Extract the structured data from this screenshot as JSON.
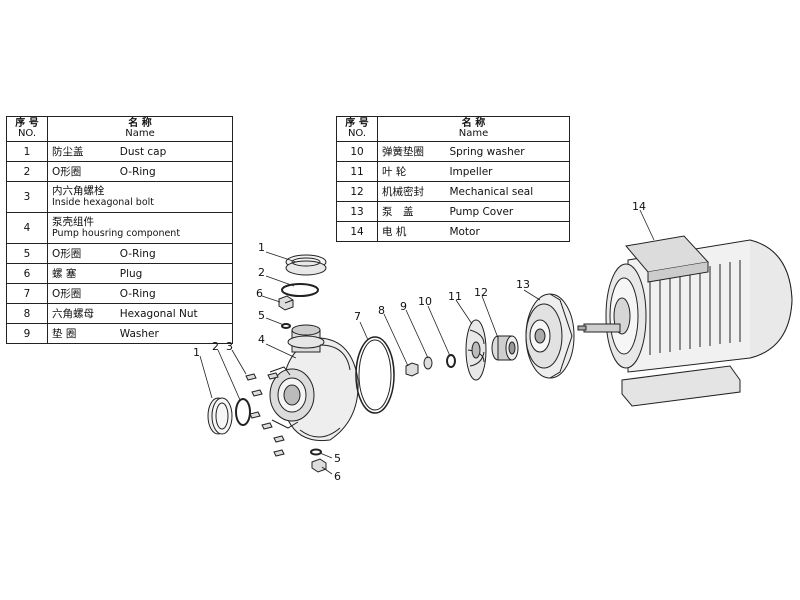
{
  "header": {
    "no_cn": "序 号",
    "no_en": "NO.",
    "name_cn": "名 称",
    "name_en": "Name"
  },
  "parts_left": [
    {
      "no": "1",
      "cn": "防尘盖",
      "en": "Dust cap"
    },
    {
      "no": "2",
      "cn": "O形圈",
      "en": "O-Ring"
    },
    {
      "no": "3",
      "cn": "内六角螺栓",
      "en": "Inside hexagonal bolt"
    },
    {
      "no": "4",
      "cn": "泵壳组件",
      "en": "Pump housring component"
    },
    {
      "no": "5",
      "cn": "O形圈",
      "en": "O-Ring"
    },
    {
      "no": "6",
      "cn": "螺 塞",
      "en": "Plug"
    },
    {
      "no": "7",
      "cn": "O形圈",
      "en": "O-Ring"
    },
    {
      "no": "8",
      "cn": "六角螺母",
      "en": "Hexagonal Nut"
    },
    {
      "no": "9",
      "cn": "垫 圈",
      "en": "Washer"
    }
  ],
  "parts_right": [
    {
      "no": "10",
      "cn": "弹簧垫圈",
      "en": "Spring washer"
    },
    {
      "no": "11",
      "cn": "叶 轮",
      "en": "Impeller"
    },
    {
      "no": "12",
      "cn": "机械密封",
      "en": "Mechanical seal"
    },
    {
      "no": "13",
      "cn": "泵　盖",
      "en": "Pump Cover"
    },
    {
      "no": "14",
      "cn": "电 机",
      "en": "Motor"
    }
  ],
  "callouts": [
    "1",
    "2",
    "6",
    "5",
    "4",
    "1",
    "2",
    "3",
    "7",
    "8",
    "9",
    "10",
    "11",
    "12",
    "13",
    "14",
    "5",
    "6"
  ]
}
